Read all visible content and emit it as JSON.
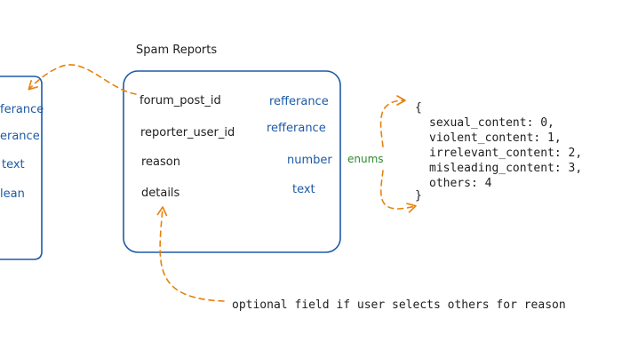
{
  "title": "Spam Reports",
  "fields": [
    {
      "name": "forum_post_id",
      "type": "refferance"
    },
    {
      "name": "reporter_user_id",
      "type": "refferance"
    },
    {
      "name": "reason",
      "type": "number"
    },
    {
      "name": "details",
      "type": "text"
    }
  ],
  "left_table_types": [
    "refferance",
    "refferance",
    "text",
    "boolean"
  ],
  "left_table_visible_types": [
    "ferance",
    "erance",
    "text",
    "lean"
  ],
  "enums_label": "enums",
  "enum_block": {
    "open": "{",
    "lines": [
      "sexual_content: 0,",
      "violent_content: 1,",
      "irrelevant_content: 2,",
      "misleading_content: 3,",
      "others: 4"
    ],
    "close": "}"
  },
  "note": "optional field if user selects others for reason",
  "colors": {
    "stroke_blue": "#1e5aa8",
    "type_blue": "#1c5aa6",
    "arrow_orange": "#e8810c",
    "enum_green": "#2f8a2f",
    "ink": "#1e1e1e"
  }
}
